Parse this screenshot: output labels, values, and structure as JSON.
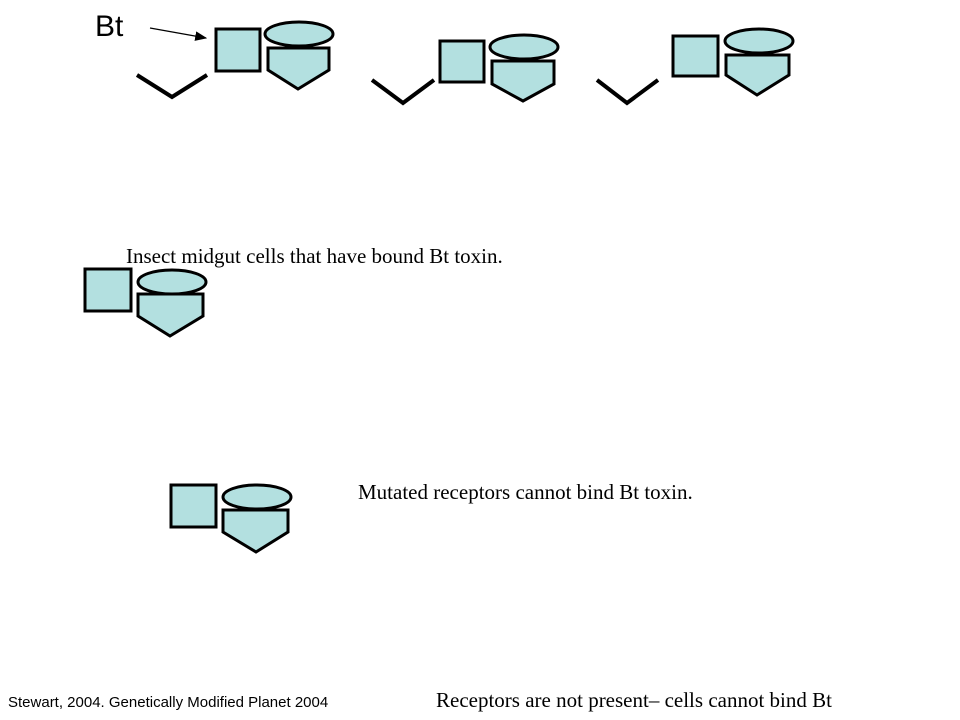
{
  "bt_label": "Bt",
  "caption_bound": "Insect midgut cells that have bound Bt toxin.",
  "caption_mutated": "Mutated receptors cannot bind Bt toxin.",
  "caption_absent": "Receptors are not present– cells cannot bind Bt",
  "citation": "Stewart, 2004. Genetically Modified Planet 2004",
  "colors": {
    "fill": "#b3e0e0",
    "stroke": "#000000"
  }
}
